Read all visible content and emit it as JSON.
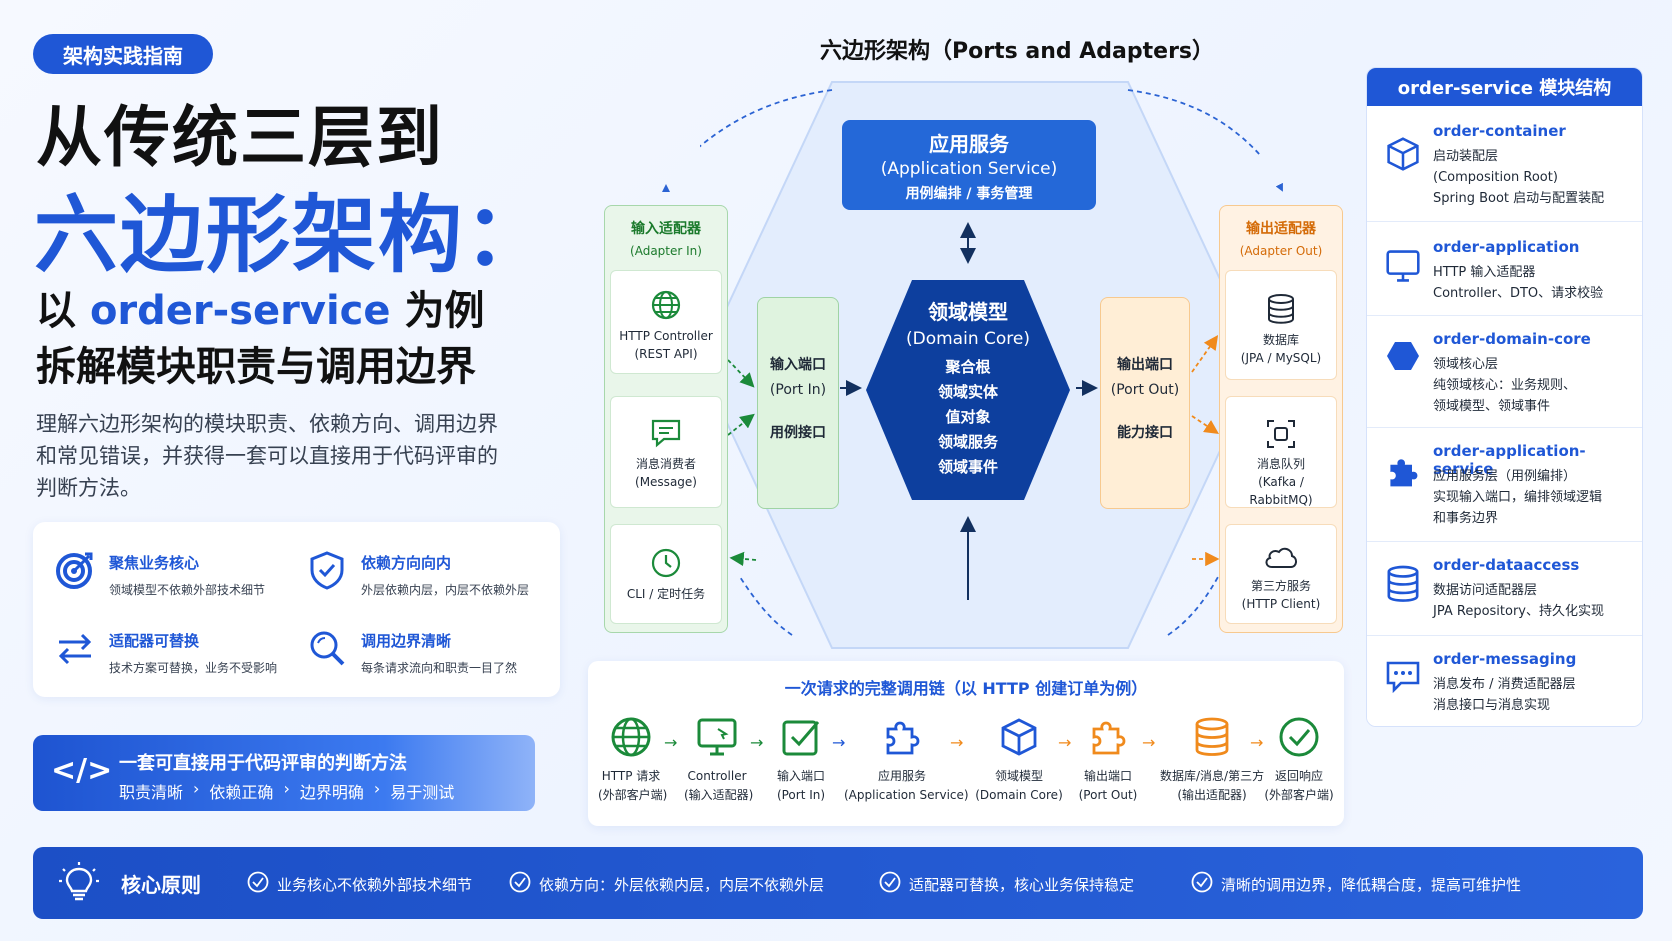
{
  "badge": "架构实践指南",
  "title": {
    "line1": "从传统三层到",
    "line2": "六边形架构：",
    "line3_prefix": "以 ",
    "line3_highlight": "order-service",
    "line3_suffix": " 为例",
    "line4": "拆解模块职责与调用边界"
  },
  "intro": "理解六边形架构的模块职责、依赖方向、调用边界和常见错误，并获得一套可以直接用于代码评审的判断方法。",
  "features": [
    {
      "icon": "target-icon",
      "title": "聚焦业务核心",
      "desc": "领域模型不依赖外部技术细节"
    },
    {
      "icon": "shield-check-icon",
      "title": "依赖方向向内",
      "desc": "外层依赖内层，内层不依赖外层"
    },
    {
      "icon": "swap-arrows-icon",
      "title": "适配器可替换",
      "desc": "技术方案可替换，业务不受影响"
    },
    {
      "icon": "magnifier-icon",
      "title": "调用边界清晰",
      "desc": "每条请求流向和职责一目了然"
    }
  ],
  "review": {
    "icon": "code-icon",
    "symbol": "</>",
    "title": "一套可直接用于代码评审的判断方法",
    "steps": [
      "职责清晰",
      "依赖正确",
      "边界明确",
      "易于测试"
    ],
    "sep": "›"
  },
  "diagram": {
    "title": "六边形架构（Ports and Adapters）",
    "app_service": {
      "title": "应用服务",
      "en": "(Application Service)",
      "sub": "用例编排 / 事务管理"
    },
    "adapter_in": {
      "title": "输入适配器",
      "en": "(Adapter In)",
      "items": [
        {
          "icon": "globe-icon",
          "line1": "HTTP Controller",
          "line2": "(REST API)"
        },
        {
          "icon": "message-icon",
          "line1": "消息消费者",
          "line2": "(Message)"
        },
        {
          "icon": "clock-icon",
          "line1": "CLI / 定时任务",
          "line2": ""
        }
      ]
    },
    "port_in": {
      "title": "输入端口",
      "en": "(Port In)",
      "sub": "用例接口"
    },
    "core": {
      "title": "领域模型",
      "en": "(Domain Core)",
      "items": [
        "聚合根",
        "领域实体",
        "值对象",
        "领域服务",
        "领域事件"
      ]
    },
    "port_out": {
      "title": "输出端口",
      "en": "(Port Out)",
      "sub": "能力接口"
    },
    "adapter_out": {
      "title": "输出适配器",
      "en": "(Adapter Out)",
      "items": [
        {
          "icon": "database-icon",
          "line1": "数据库",
          "line2": "(JPA / MySQL)"
        },
        {
          "icon": "queue-icon",
          "line1": "消息队列",
          "line2": "(Kafka / RabbitMQ)"
        },
        {
          "icon": "cloud-icon",
          "line1": "第三方服务",
          "line2": "(HTTP Client)"
        }
      ]
    }
  },
  "chain": {
    "title": "一次请求的完整调用链（以 HTTP 创建订单为例）",
    "steps": [
      {
        "icon": "globe-icon",
        "color": "#1b8a3a",
        "l1": "HTTP 请求",
        "l2": "(外部客户端)"
      },
      {
        "icon": "monitor-icon",
        "color": "#1b8a3a",
        "l1": "Controller",
        "l2": "(输入适配器)"
      },
      {
        "icon": "check-square-icon",
        "color": "#1b8a3a",
        "l1": "输入端口",
        "l2": "(Port In)"
      },
      {
        "icon": "puzzle-icon",
        "color": "#1f57d6",
        "l1": "应用服务",
        "l2": "(Application Service)"
      },
      {
        "icon": "cube-icon",
        "color": "#1f57d6",
        "l1": "领域模型",
        "l2": "(Domain Core)"
      },
      {
        "icon": "puzzle-icon",
        "color": "#f08a1c",
        "l1": "输出端口",
        "l2": "(Port Out)"
      },
      {
        "icon": "database-icon",
        "color": "#f08a1c",
        "l1": "数据库/消息/第三方",
        "l2": "(输出适配器)"
      },
      {
        "icon": "check-circle-icon",
        "color": "#1b8a3a",
        "l1": "返回响应",
        "l2": "(外部客户端)"
      }
    ],
    "arrow": "→"
  },
  "modules": {
    "title": "order-service 模块结构",
    "items": [
      {
        "icon": "cube-icon",
        "name": "order-container",
        "lines": [
          "启动装配层",
          "(Composition Root)",
          "Spring Boot 启动与配置装配"
        ]
      },
      {
        "icon": "monitor-icon",
        "name": "order-application",
        "lines": [
          "HTTP 输入适配器",
          "Controller、DTO、请求校验"
        ]
      },
      {
        "icon": "hexagon-icon",
        "name": "order-domain-core",
        "lines": [
          "领域核心层",
          "纯领域核心：业务规则、",
          "领域模型、领域事件"
        ]
      },
      {
        "icon": "puzzle-icon",
        "name": "order-application-service",
        "lines": [
          "应用服务层（用例编排）",
          "实现输入端口，编排领域逻辑",
          "和事务边界"
        ]
      },
      {
        "icon": "database-icon",
        "name": "order-dataaccess",
        "lines": [
          "数据访问适配器层",
          "JPA Repository、持久化实现"
        ]
      },
      {
        "icon": "chat-icon",
        "name": "order-messaging",
        "lines": [
          "消息发布 / 消费适配器层",
          "消息接口与消息实现"
        ]
      }
    ]
  },
  "principles": {
    "icon": "lightbulb-icon",
    "label": "核心原则",
    "items": [
      "业务核心不依赖外部技术细节",
      "依赖方向：外层依赖内层，内层不依赖外层",
      "适配器可替换，核心业务保持稳定",
      "清晰的调用边界，降低耦合度，提高可维护性"
    ]
  },
  "colors": {
    "blue": "#1f57d6",
    "green": "#1b8a3a",
    "orange": "#f08a1c",
    "navy": "#0d3f9e"
  }
}
